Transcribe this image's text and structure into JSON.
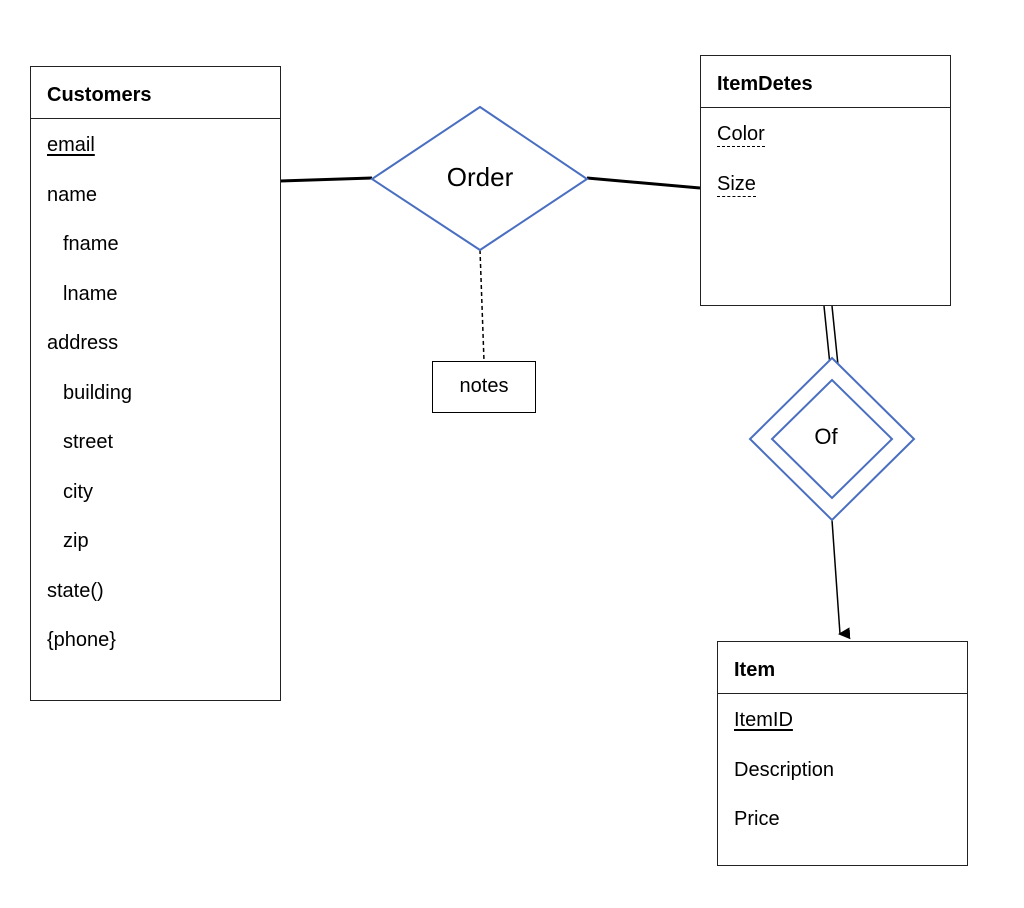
{
  "entities": {
    "customers": {
      "title": "Customers",
      "attributes": [
        {
          "label": "email",
          "style": "key",
          "indent": false
        },
        {
          "label": "name",
          "style": "plain",
          "indent": false
        },
        {
          "label": "fname",
          "style": "plain",
          "indent": true
        },
        {
          "label": "lname",
          "style": "plain",
          "indent": true
        },
        {
          "label": "address",
          "style": "plain",
          "indent": false
        },
        {
          "label": "building",
          "style": "plain",
          "indent": true
        },
        {
          "label": "street",
          "style": "plain",
          "indent": true
        },
        {
          "label": "city",
          "style": "plain",
          "indent": true
        },
        {
          "label": "zip",
          "style": "plain",
          "indent": true
        },
        {
          "label": "state()",
          "style": "plain",
          "indent": false
        },
        {
          "label": "{phone}",
          "style": "plain",
          "indent": false
        }
      ]
    },
    "itemdetes": {
      "title": "ItemDetes",
      "attributes": [
        {
          "label": "Color",
          "style": "partial",
          "indent": false
        },
        {
          "label": "Size",
          "style": "partial",
          "indent": false
        }
      ]
    },
    "item": {
      "title": "Item",
      "attributes": [
        {
          "label": "ItemID",
          "style": "key",
          "indent": false
        },
        {
          "label": "Description",
          "style": "plain",
          "indent": false
        },
        {
          "label": "Price",
          "style": "plain",
          "indent": false
        }
      ]
    }
  },
  "relationships": {
    "order": {
      "label": "Order",
      "weak": false
    },
    "of": {
      "label": "Of",
      "weak": true
    }
  },
  "relationship_attribute": {
    "label": "notes"
  },
  "colors": {
    "relationship_stroke": "#4a6fc0",
    "line": "#000000"
  }
}
